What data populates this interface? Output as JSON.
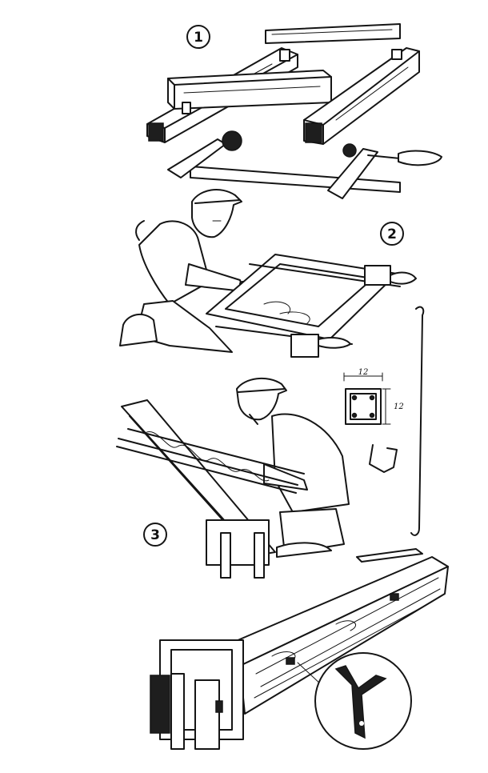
{
  "steps": [
    {
      "number": "1"
    },
    {
      "number": "2"
    },
    {
      "number": "3"
    }
  ],
  "section_detail": {
    "width_label": "12",
    "height_label": "12"
  },
  "colors": {
    "ink": "#151515",
    "paper": "#ffffff"
  }
}
